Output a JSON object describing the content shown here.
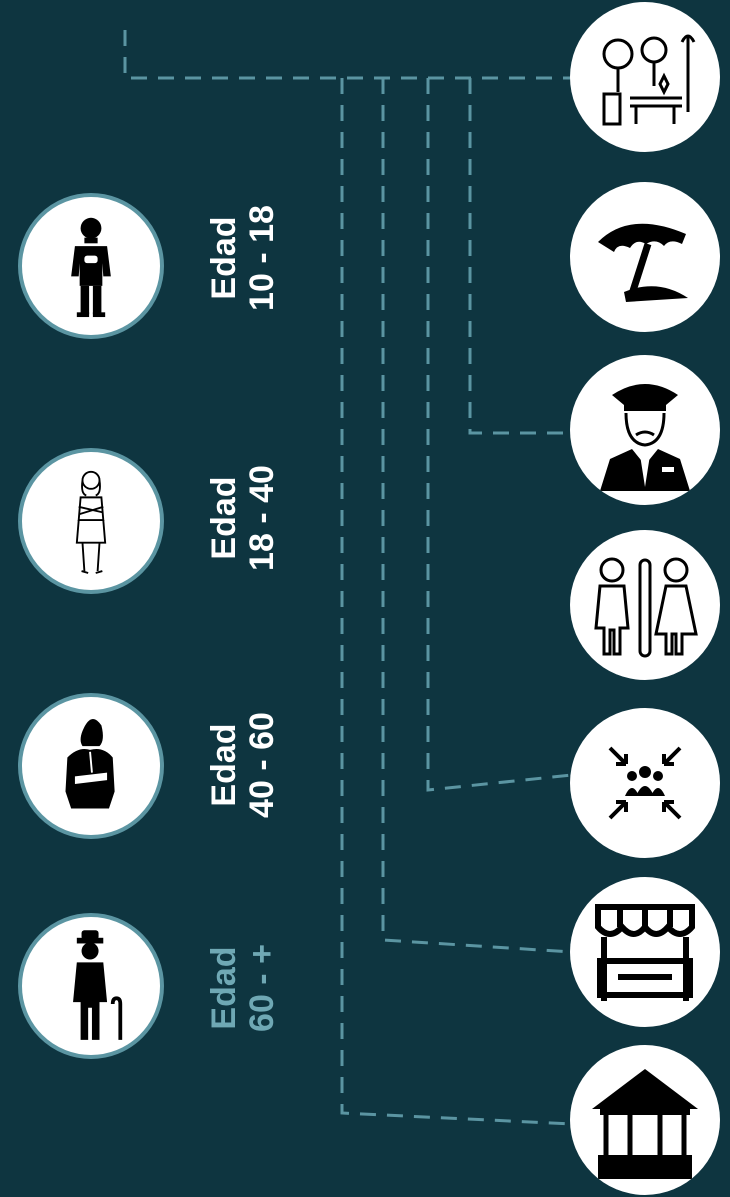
{
  "colors": {
    "background": "#0e3540",
    "line": "#5b95a2",
    "label_white": "#ffffff",
    "label_faded": "#6fa8b4"
  },
  "age_groups": [
    {
      "label": "Edad",
      "range": "10 - 18",
      "icon": "teenager-icon",
      "color": "#ffffff"
    },
    {
      "label": "Edad",
      "range": "18 - 40",
      "icon": "young-woman-icon",
      "color": "#ffffff"
    },
    {
      "label": "Edad",
      "range": "40 - 60",
      "icon": "adult-woman-icon",
      "color": "#ffffff"
    },
    {
      "label": "Edad",
      "range": "60 - +",
      "icon": "elderly-man-icon",
      "color": "#6fa8b4"
    }
  ],
  "facilities": [
    {
      "icon": "park-icon"
    },
    {
      "icon": "umbrella-shelter-icon"
    },
    {
      "icon": "security-guard-icon"
    },
    {
      "icon": "restroom-icon"
    },
    {
      "icon": "meeting-point-icon"
    },
    {
      "icon": "market-stall-icon"
    },
    {
      "icon": "gazebo-icon"
    }
  ]
}
